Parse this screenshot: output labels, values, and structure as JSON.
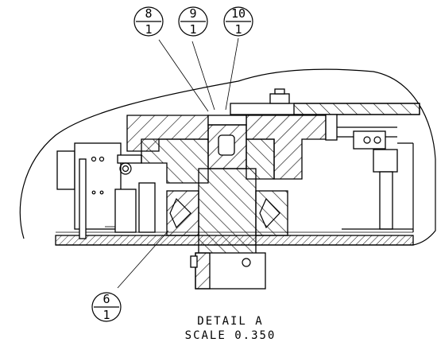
{
  "detail": {
    "title": "DETAIL  A",
    "scale": "SCALE  0.350"
  },
  "balloons": [
    {
      "id": "balloon-8",
      "top": "8",
      "bottom": "1"
    },
    {
      "id": "balloon-9",
      "top": "9",
      "bottom": "1"
    },
    {
      "id": "balloon-10",
      "top": "10",
      "bottom": "1"
    },
    {
      "id": "balloon-6",
      "top": "6",
      "bottom": "1"
    }
  ]
}
